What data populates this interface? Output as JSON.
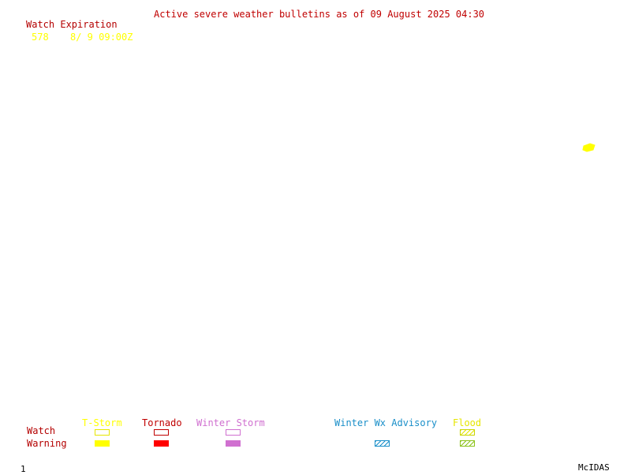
{
  "header": {
    "title": "Active severe weather bulletins as of 09 August 2025 04:30",
    "watch_expiration_label": "Watch Expiration",
    "watch_id": "578",
    "watch_expires": "8/ 9 09:00Z"
  },
  "legend": {
    "row_watch": "Watch",
    "row_warning": "Warning",
    "categories": [
      {
        "label": "T-Storm",
        "color": "#ffff00"
      },
      {
        "label": "Tornado",
        "color": "#ff0000"
      },
      {
        "label": "Winter Storm",
        "color": "#d070d0"
      },
      {
        "label": "Winter Wx Advisory",
        "color": "#1a8fc9"
      },
      {
        "label": "Flood",
        "color": "#8bc21a"
      }
    ]
  },
  "footer": {
    "frame_number": "1",
    "software": "McIDAS"
  }
}
